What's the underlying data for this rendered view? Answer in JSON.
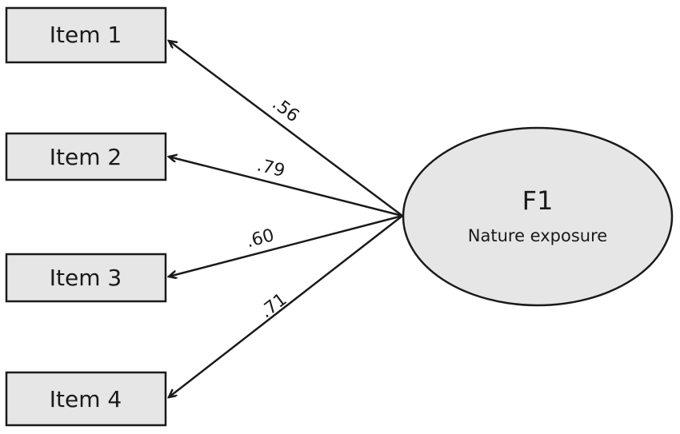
{
  "factor": {
    "name": "F1",
    "label": "Nature exposure"
  },
  "items": [
    {
      "label": "Item 1",
      "loading": ".56"
    },
    {
      "label": "Item 2",
      "loading": ".79"
    },
    {
      "label": "Item 3",
      "loading": ".60"
    },
    {
      "label": "Item 4",
      "loading": ".71"
    }
  ],
  "colors": {
    "box_fill": "#e6e6e6",
    "stroke": "#1a1a1a"
  }
}
